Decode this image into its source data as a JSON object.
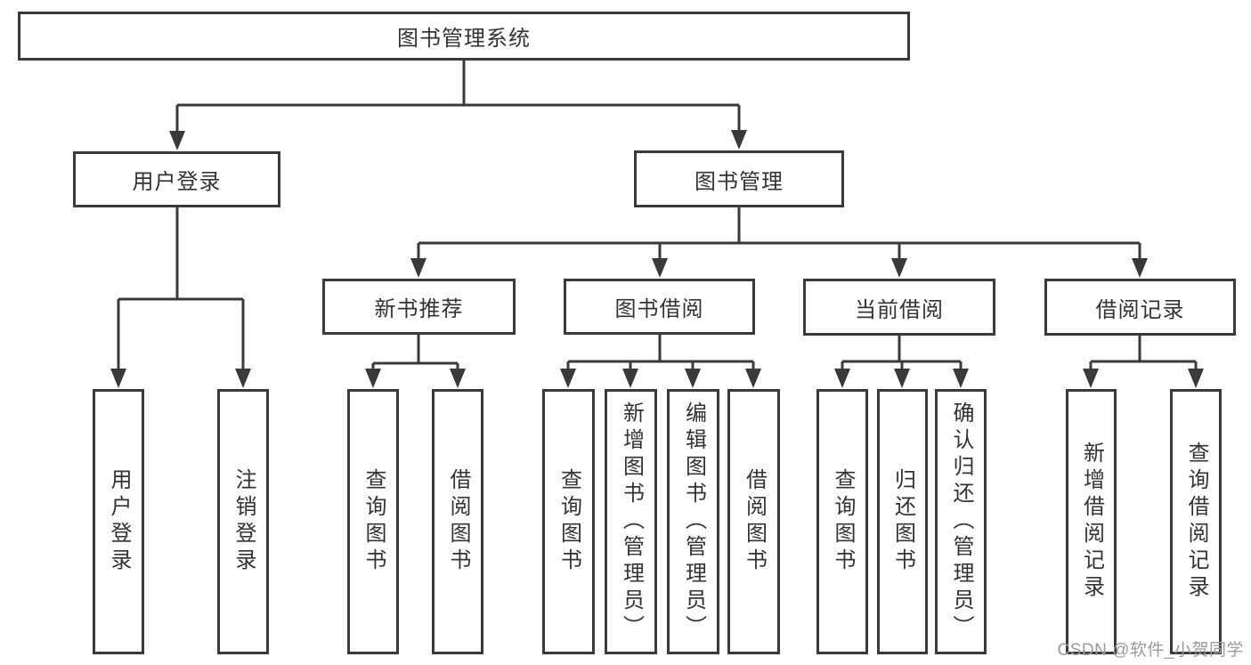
{
  "diagram": {
    "type": "tree",
    "colors": {
      "line": "#3a3a3a",
      "text": "#333333",
      "background": "#ffffff",
      "watermark": "#9b9b9b"
    },
    "tree": {
      "root": "图书管理系统",
      "user_login": {
        "label": "用户登录",
        "children": [
          "用户登录",
          "注销登录"
        ]
      },
      "book_mgmt": {
        "label": "图书管理",
        "sections": [
          {
            "label": "新书推荐",
            "children": [
              "查询图书",
              "借阅图书"
            ]
          },
          {
            "label": "图书借阅",
            "children": [
              "查询图书",
              "新增图书（管理员）",
              "编辑图书（管理员）",
              "借阅图书"
            ]
          },
          {
            "label": "当前借阅",
            "children": [
              "查询图书",
              "归还图书",
              "确认归还（管理员）"
            ]
          },
          {
            "label": "借阅记录",
            "children": [
              "新增借阅记录",
              "查询借阅记录"
            ]
          }
        ]
      }
    }
  },
  "watermark": {
    "text": "CSDN @软件_小贺同学"
  }
}
